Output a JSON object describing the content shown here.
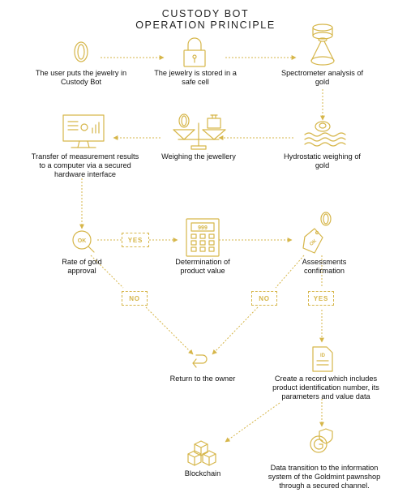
{
  "header": {
    "title_line1": "CUSTODY BOT",
    "title_line2": "OPERATION PRINCIPLE"
  },
  "colors": {
    "accent": "#d6b64a",
    "text": "#1a1a1a"
  },
  "steps": {
    "user_puts": "The user puts the jewelry in Custody Bot",
    "safe_cell": "The jewelry is stored in a safe cell",
    "spectrometer": "Spectrometer analysis of gold",
    "transfer": "Transfer of measurement results to a computer via a secured hardware interface",
    "weighing": "Weighing the jewellery",
    "hydrostatic": "Hydrostatic weighing of gold",
    "rate_approval": "Rate of gold approval",
    "product_value": "Determination of product value",
    "assessments": "Assessments confirmation",
    "return_owner": "Return to the owner",
    "create_record": "Create a record which includes product identification number, its parameters and value data",
    "blockchain": "Blockchain",
    "data_transition": "Data transition to the information system of the Goldmint pawnshop through a secured channel."
  },
  "badges": {
    "yes_1": "YES",
    "no_left": "NO",
    "no_right": "NO",
    "yes_2": "YES"
  },
  "icon_text": {
    "ok_1": "OK",
    "ok_2": "OK",
    "calc": "999",
    "id": "ID"
  }
}
